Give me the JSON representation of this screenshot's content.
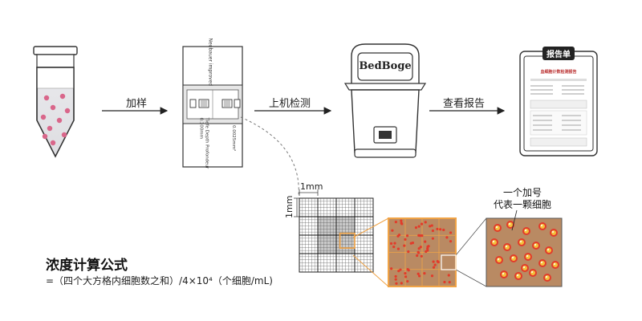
{
  "steps": {
    "add_sample": "加样",
    "machine_test": "上机检测",
    "view_report": "查看报告"
  },
  "slide": {
    "brand": "Neubauer improved",
    "depth_text": "Tiefe Depth Profondeur 0.100mm",
    "area_text": "0.0025mm²"
  },
  "device": {
    "brand": "BedBoge"
  },
  "report": {
    "header": "报告单",
    "title": "血细胞计数检测报告"
  },
  "grid": {
    "dim_horizontal": "1mm",
    "dim_vertical": "1mm"
  },
  "callout": {
    "line1": "一个加号",
    "line2": "代表一颗细胞"
  },
  "formula": {
    "title": "浓度计算公式",
    "text": "=（四个大方格内细胞数之和）/4×10⁴（个细胞/mL)"
  },
  "colors": {
    "cell_pink": "#d9668a",
    "microscope_bg": "#b98a63",
    "highlight_orange": "#f0a346",
    "cell_red": "#e23b2a",
    "cell_yellow": "#f5c03c"
  }
}
